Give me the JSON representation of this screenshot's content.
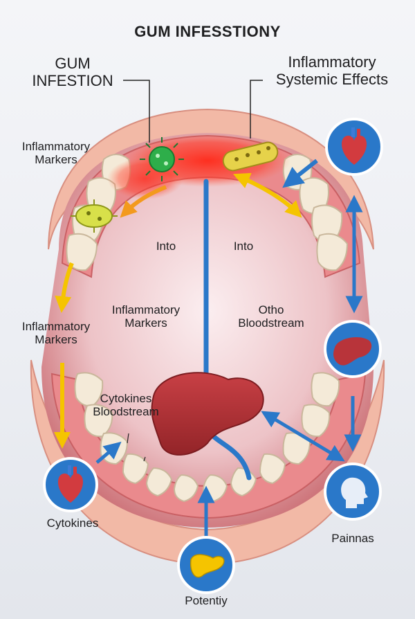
{
  "title": "GUM INFESSTIONY",
  "labels": {
    "gum_infection": "GUM\nINFESTION",
    "systemic_effects": "Inflammatory\nSystemic Effects",
    "markers_top": "Inflammatory\nMarkers",
    "markers_left": "Inflammatory\nMarkers",
    "markers_center": "Inflammatory\nMarkers",
    "into_left": "Into",
    "into_right": "Into",
    "otho_bloodstream": "Otho\nBloodstream",
    "cytokines_bloodstream": "Cytokines\nBloodstream",
    "cytokines": "Cytokines",
    "painnas": "Painnas",
    "potentiy": "Potentiy"
  },
  "icons": {
    "heart_top": "heart-icon",
    "liver_right": "liver-icon",
    "heart_left": "heart-icon",
    "head_right": "head-profile-icon",
    "pancreas_bottom": "pancreas-icon"
  },
  "colors": {
    "accent_blue": "#2a78c9",
    "arrow_yellow": "#f5c400",
    "arrow_orange": "#f39a1d",
    "gum": "#e98b8e",
    "lip": "#f0b6a4",
    "liver": "#b8343a"
  }
}
